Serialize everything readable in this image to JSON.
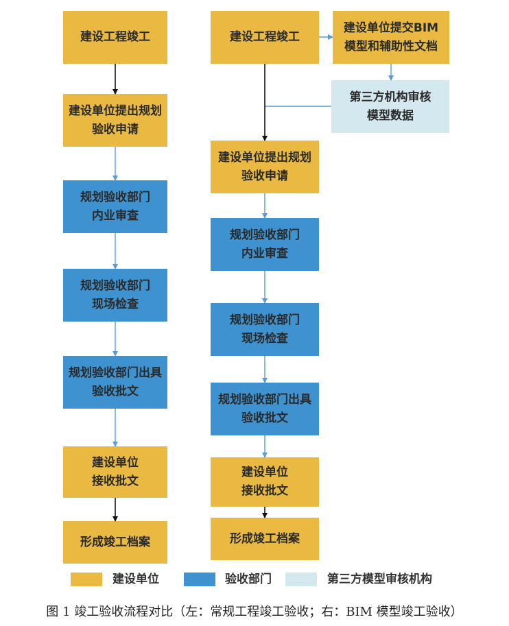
{
  "left_flow": [
    {
      "lines": [
        "建设工程竣工"
      ],
      "kind": "construction-unit"
    },
    {
      "lines": [
        "建设单位提出规划",
        "验收申请"
      ],
      "kind": "construction-unit"
    },
    {
      "lines": [
        "规划验收部门",
        "内业审查"
      ],
      "kind": "acceptance-department"
    },
    {
      "lines": [
        "规划验收部门",
        "现场检查"
      ],
      "kind": "acceptance-department"
    },
    {
      "lines": [
        "规划验收部门出具",
        "验收批文"
      ],
      "kind": "acceptance-department"
    },
    {
      "lines": [
        "建设单位",
        "接收批文"
      ],
      "kind": "construction-unit"
    },
    {
      "lines": [
        "形成竣工档案"
      ],
      "kind": "construction-unit"
    }
  ],
  "right_flow": [
    {
      "lines": [
        "建设工程竣工"
      ],
      "kind": "construction-unit"
    },
    {
      "lines": [
        "建设单位提交BIM",
        "模型和辅助性文档"
      ],
      "kind": "construction-unit"
    },
    {
      "lines": [
        "第三方机构审核",
        "模型数据"
      ],
      "kind": "third-party"
    },
    {
      "lines": [
        "建设单位提出规划",
        "验收申请"
      ],
      "kind": "construction-unit"
    },
    {
      "lines": [
        "规划验收部门",
        "内业审查"
      ],
      "kind": "acceptance-department"
    },
    {
      "lines": [
        "规划验收部门",
        "现场检查"
      ],
      "kind": "acceptance-department"
    },
    {
      "lines": [
        "规划验收部门出具",
        "验收批文"
      ],
      "kind": "acceptance-department"
    },
    {
      "lines": [
        "建设单位",
        "接收批文"
      ],
      "kind": "construction-unit"
    },
    {
      "lines": [
        "形成竣工档案"
      ],
      "kind": "construction-unit"
    }
  ],
  "legend": [
    {
      "label": "建设单位",
      "color": "#e9b942"
    },
    {
      "label": "验收部门",
      "color": "#3d92cf"
    },
    {
      "label": "第三方模型审核机构",
      "color": "#d4e9ef"
    }
  ],
  "colors": {
    "construction-unit": "#e9b942",
    "acceptance-department": "#3d92cf",
    "third-party": "#d4e9ef",
    "arrow_black": "#111111",
    "arrow_blue": "#5b9bd5"
  },
  "caption": "图 1 竣工验收流程对比（左：常规工程竣工验收；右：BIM 模型竣工验收）"
}
